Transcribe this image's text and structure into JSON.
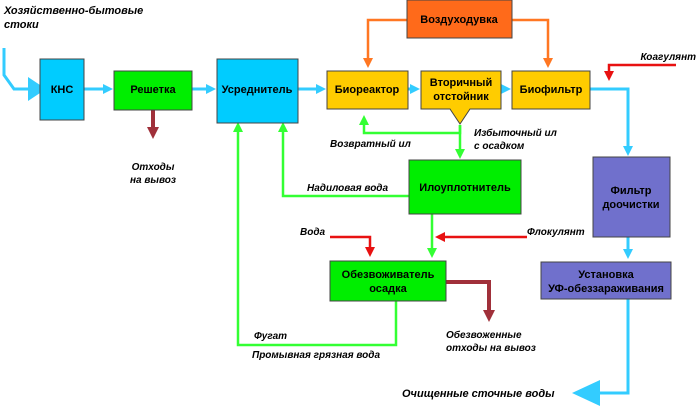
{
  "colors": {
    "blue_box": "#00ccff",
    "green_box": "#00ee00",
    "orange_box": "#ff6a1a",
    "yellow_box": "#ffcc00",
    "purple_box": "#7070cc",
    "blue_line": "#33ccff",
    "green_line": "#33ff33",
    "orange_line": "#ff7722",
    "red_line": "#e81111",
    "brown_line": "#a0303a"
  },
  "boxes": {
    "kns": "КНС",
    "reshetka": "Решетка",
    "usrednitel": "Усреднитель",
    "vozduhoduvka": "Воздуходувка",
    "bioreaktor": "Биореактор",
    "otstoinik_1": "Вторичный",
    "otstoinik_2": "отстойник",
    "biofiltr": "Биофильтр",
    "iloupl": "Илоуплотнитель",
    "obezv_1": "Обезвоживатель",
    "obezv_2": "осадка",
    "filtr_1": "Фильтр",
    "filtr_2": "доочистки",
    "uf_1": "Установка",
    "uf_2": "УФ-обеззараживания"
  },
  "labels": {
    "stoki_1": "Хозяйственно-бытовые",
    "stoki_2": "стоки",
    "othody_1": "Отходы",
    "othody_2": "на вывоз",
    "koagulant": "Коагулянт",
    "vozvratnyi": "Возвратный ил",
    "izb_1": "Избыточный ил",
    "izb_2": "с осадком",
    "nadilovaya": "Надиловая вода",
    "voda": "Вода",
    "flokulyant": "Флокулянт",
    "fugat": "Фугат",
    "promyvnaya": "Промывная грязная вода",
    "obezv_oth_1": "Обезвоженные",
    "obezv_oth_2": "отходы на вывоз",
    "ochishennye": "Очищенные сточные воды"
  }
}
